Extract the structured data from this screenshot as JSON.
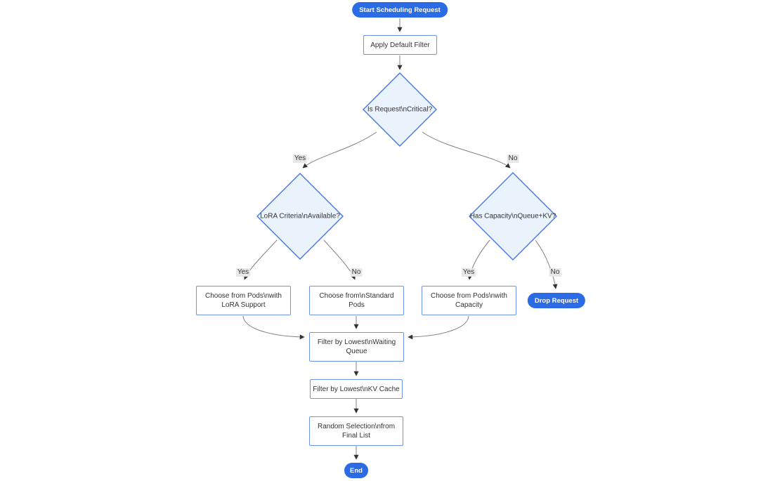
{
  "colors": {
    "pill_fill": "#2b6ce6",
    "pill_text": "#ffffff",
    "rect_fill": "#ffffff",
    "rect_border": "#6b94ea",
    "diamond_fill": "#eaf2fc",
    "diamond_border": "#4678e0",
    "node_text": "#333333",
    "edge_line": "#808080",
    "arrowhead": "#333333",
    "edge_label_bg": "#e8e8e8"
  },
  "nodes": {
    "start": {
      "lines": [
        "Start Scheduling Request"
      ]
    },
    "apply_filter": {
      "lines": [
        "Apply Default Filter"
      ]
    },
    "is_critical": {
      "lines": [
        "Is Request\\nCritical?"
      ]
    },
    "lora_criteria": {
      "lines": [
        "LoRA Criteria\\nAvailable?"
      ]
    },
    "has_capacity": {
      "lines": [
        "Has Capacity\\nQueue+KV?"
      ]
    },
    "choose_lora_pods": {
      "lines": [
        "Choose from Pods\\nwith",
        "LoRA Support"
      ]
    },
    "choose_standard_pods": {
      "lines": [
        "Choose from\\nStandard",
        "Pods"
      ]
    },
    "choose_capacity_pods": {
      "lines": [
        "Choose from Pods\\nwith",
        "Capacity"
      ]
    },
    "drop_request": {
      "lines": [
        "Drop Request"
      ]
    },
    "filter_waiting_queue": {
      "lines": [
        "Filter by Lowest\\nWaiting",
        "Queue"
      ]
    },
    "filter_kv_cache": {
      "lines": [
        "Filter by Lowest\\nKV Cache"
      ]
    },
    "random_selection": {
      "lines": [
        "Random Selection\\nfrom",
        "Final List"
      ]
    },
    "end": {
      "lines": [
        "End"
      ]
    }
  },
  "edge_labels": {
    "critical_yes": "Yes",
    "critical_no": "No",
    "lora_yes": "Yes",
    "lora_no": "No",
    "capacity_yes": "Yes",
    "capacity_no": "No"
  }
}
